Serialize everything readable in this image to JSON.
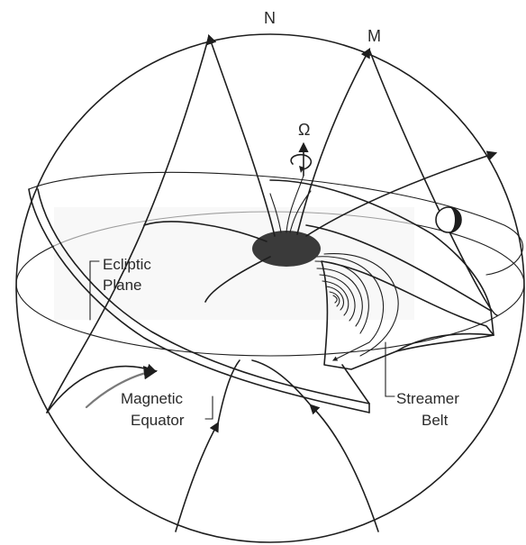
{
  "labels": {
    "north": "N",
    "magnetic_north": "M",
    "rotation": "Ω",
    "ecliptic_line1": "Ecliptic",
    "ecliptic_line2": "Plane",
    "magnetic_line1": "Magnetic",
    "magnetic_line2": "Equator",
    "streamer_line1": "Streamer",
    "streamer_line2": "Belt"
  },
  "icons": {
    "rotation": "rotation-arrow-icon",
    "earth": "earth-icon"
  }
}
